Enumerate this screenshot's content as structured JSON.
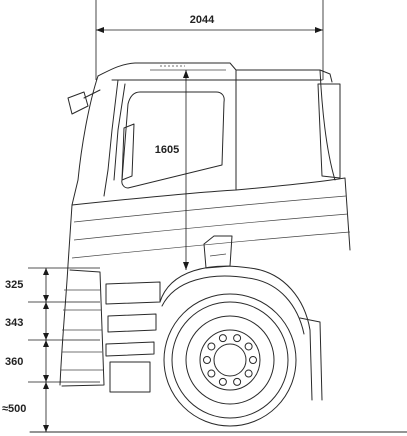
{
  "dimensions": {
    "cab_length": "2044",
    "cab_height": "1605",
    "step_1": "325",
    "step_2": "343",
    "step_3": "360",
    "ground_to_step": "≈500"
  }
}
